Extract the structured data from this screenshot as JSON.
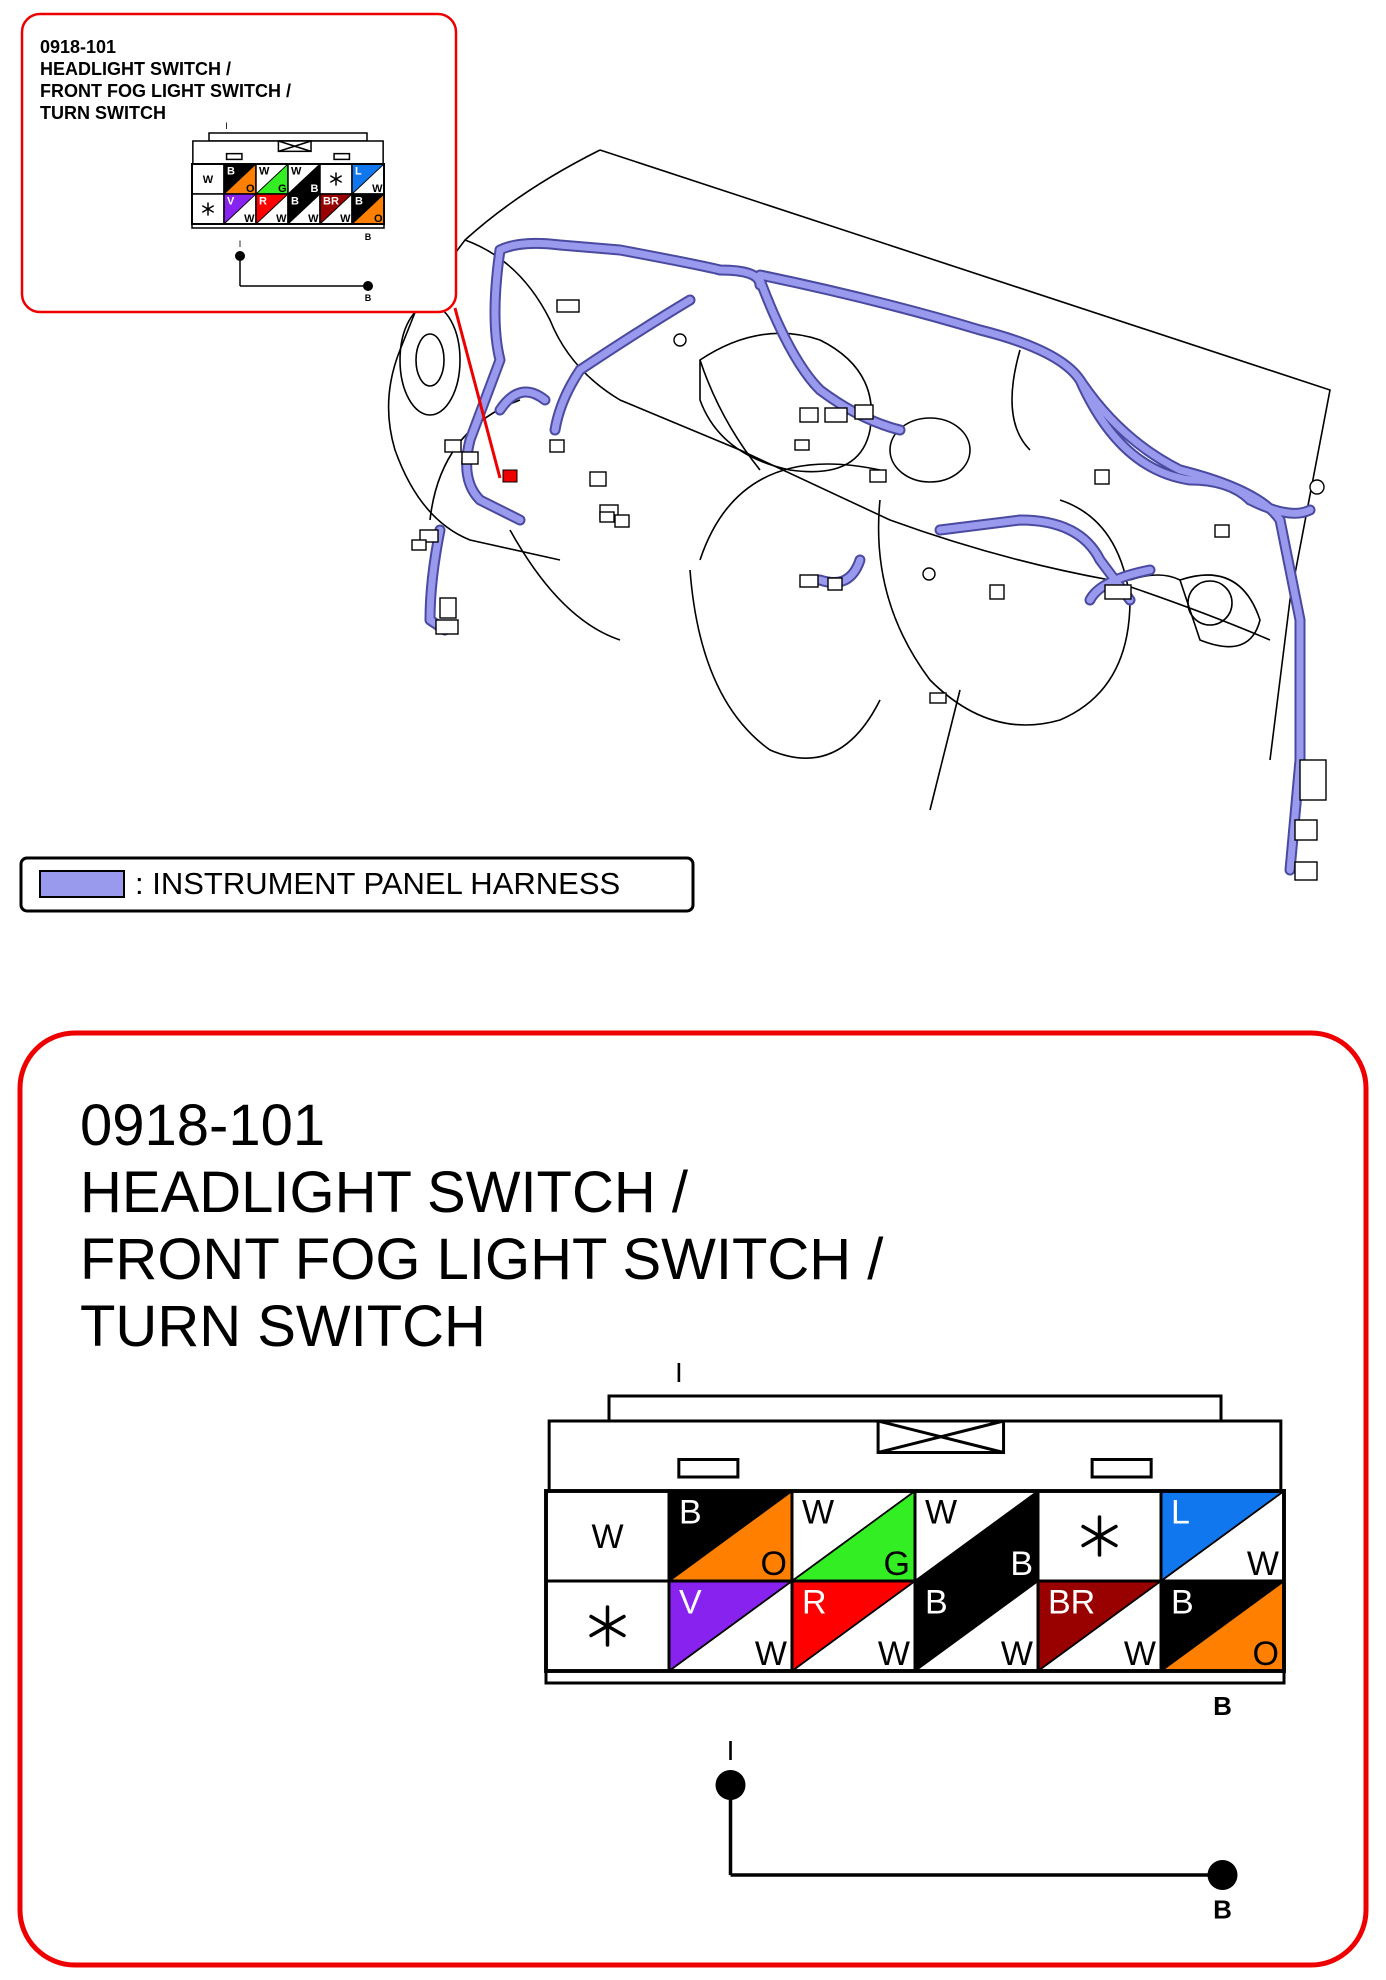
{
  "connector": {
    "code": "0918-101",
    "name_lines": [
      "HEADLIGHT SWITCH /",
      "FRONT FOG LIGHT SWITCH /",
      "TURN SWITCH"
    ],
    "top_row": [
      {
        "upper": "W",
        "lower": "",
        "colors": [
          "#ffffff",
          "#ffffff"
        ]
      },
      {
        "upper": "B",
        "lower": "O",
        "colors": [
          "#000000",
          "#ff8000"
        ]
      },
      {
        "upper": "W",
        "lower": "G",
        "colors": [
          "#ffffff",
          "#33ee22"
        ]
      },
      {
        "upper": "W",
        "lower": "B",
        "colors": [
          "#ffffff",
          "#000000"
        ]
      },
      {
        "upper": "*",
        "lower": "",
        "colors": [
          "#ffffff",
          "#ffffff"
        ]
      },
      {
        "upper": "L",
        "lower": "W",
        "colors": [
          "#1177ee",
          "#ffffff"
        ]
      }
    ],
    "bottom_row": [
      {
        "upper": "*",
        "lower": "",
        "colors": [
          "#ffffff",
          "#ffffff"
        ]
      },
      {
        "upper": "V",
        "lower": "W",
        "colors": [
          "#8822ee",
          "#ffffff"
        ]
      },
      {
        "upper": "R",
        "lower": "W",
        "colors": [
          "#ff0000",
          "#ffffff"
        ]
      },
      {
        "upper": "B",
        "lower": "W",
        "colors": [
          "#000000",
          "#ffffff"
        ]
      },
      {
        "upper": "BR",
        "lower": "W",
        "colors": [
          "#990000",
          "#ffffff"
        ]
      },
      {
        "upper": "B",
        "lower": "O",
        "colors": [
          "#000000",
          "#ff8000"
        ]
      }
    ],
    "housing_letter": "B",
    "pin_labels": {
      "start": "I",
      "end": "B"
    },
    "top_mark": "I"
  },
  "legend": {
    "label": ": INSTRUMENT PANEL HARNESS",
    "swatch_color": "#9999ee"
  },
  "colors": {
    "callout_border": "#ee0000",
    "harness": "#9999ee",
    "harness_outline": "#4a4aa0"
  }
}
